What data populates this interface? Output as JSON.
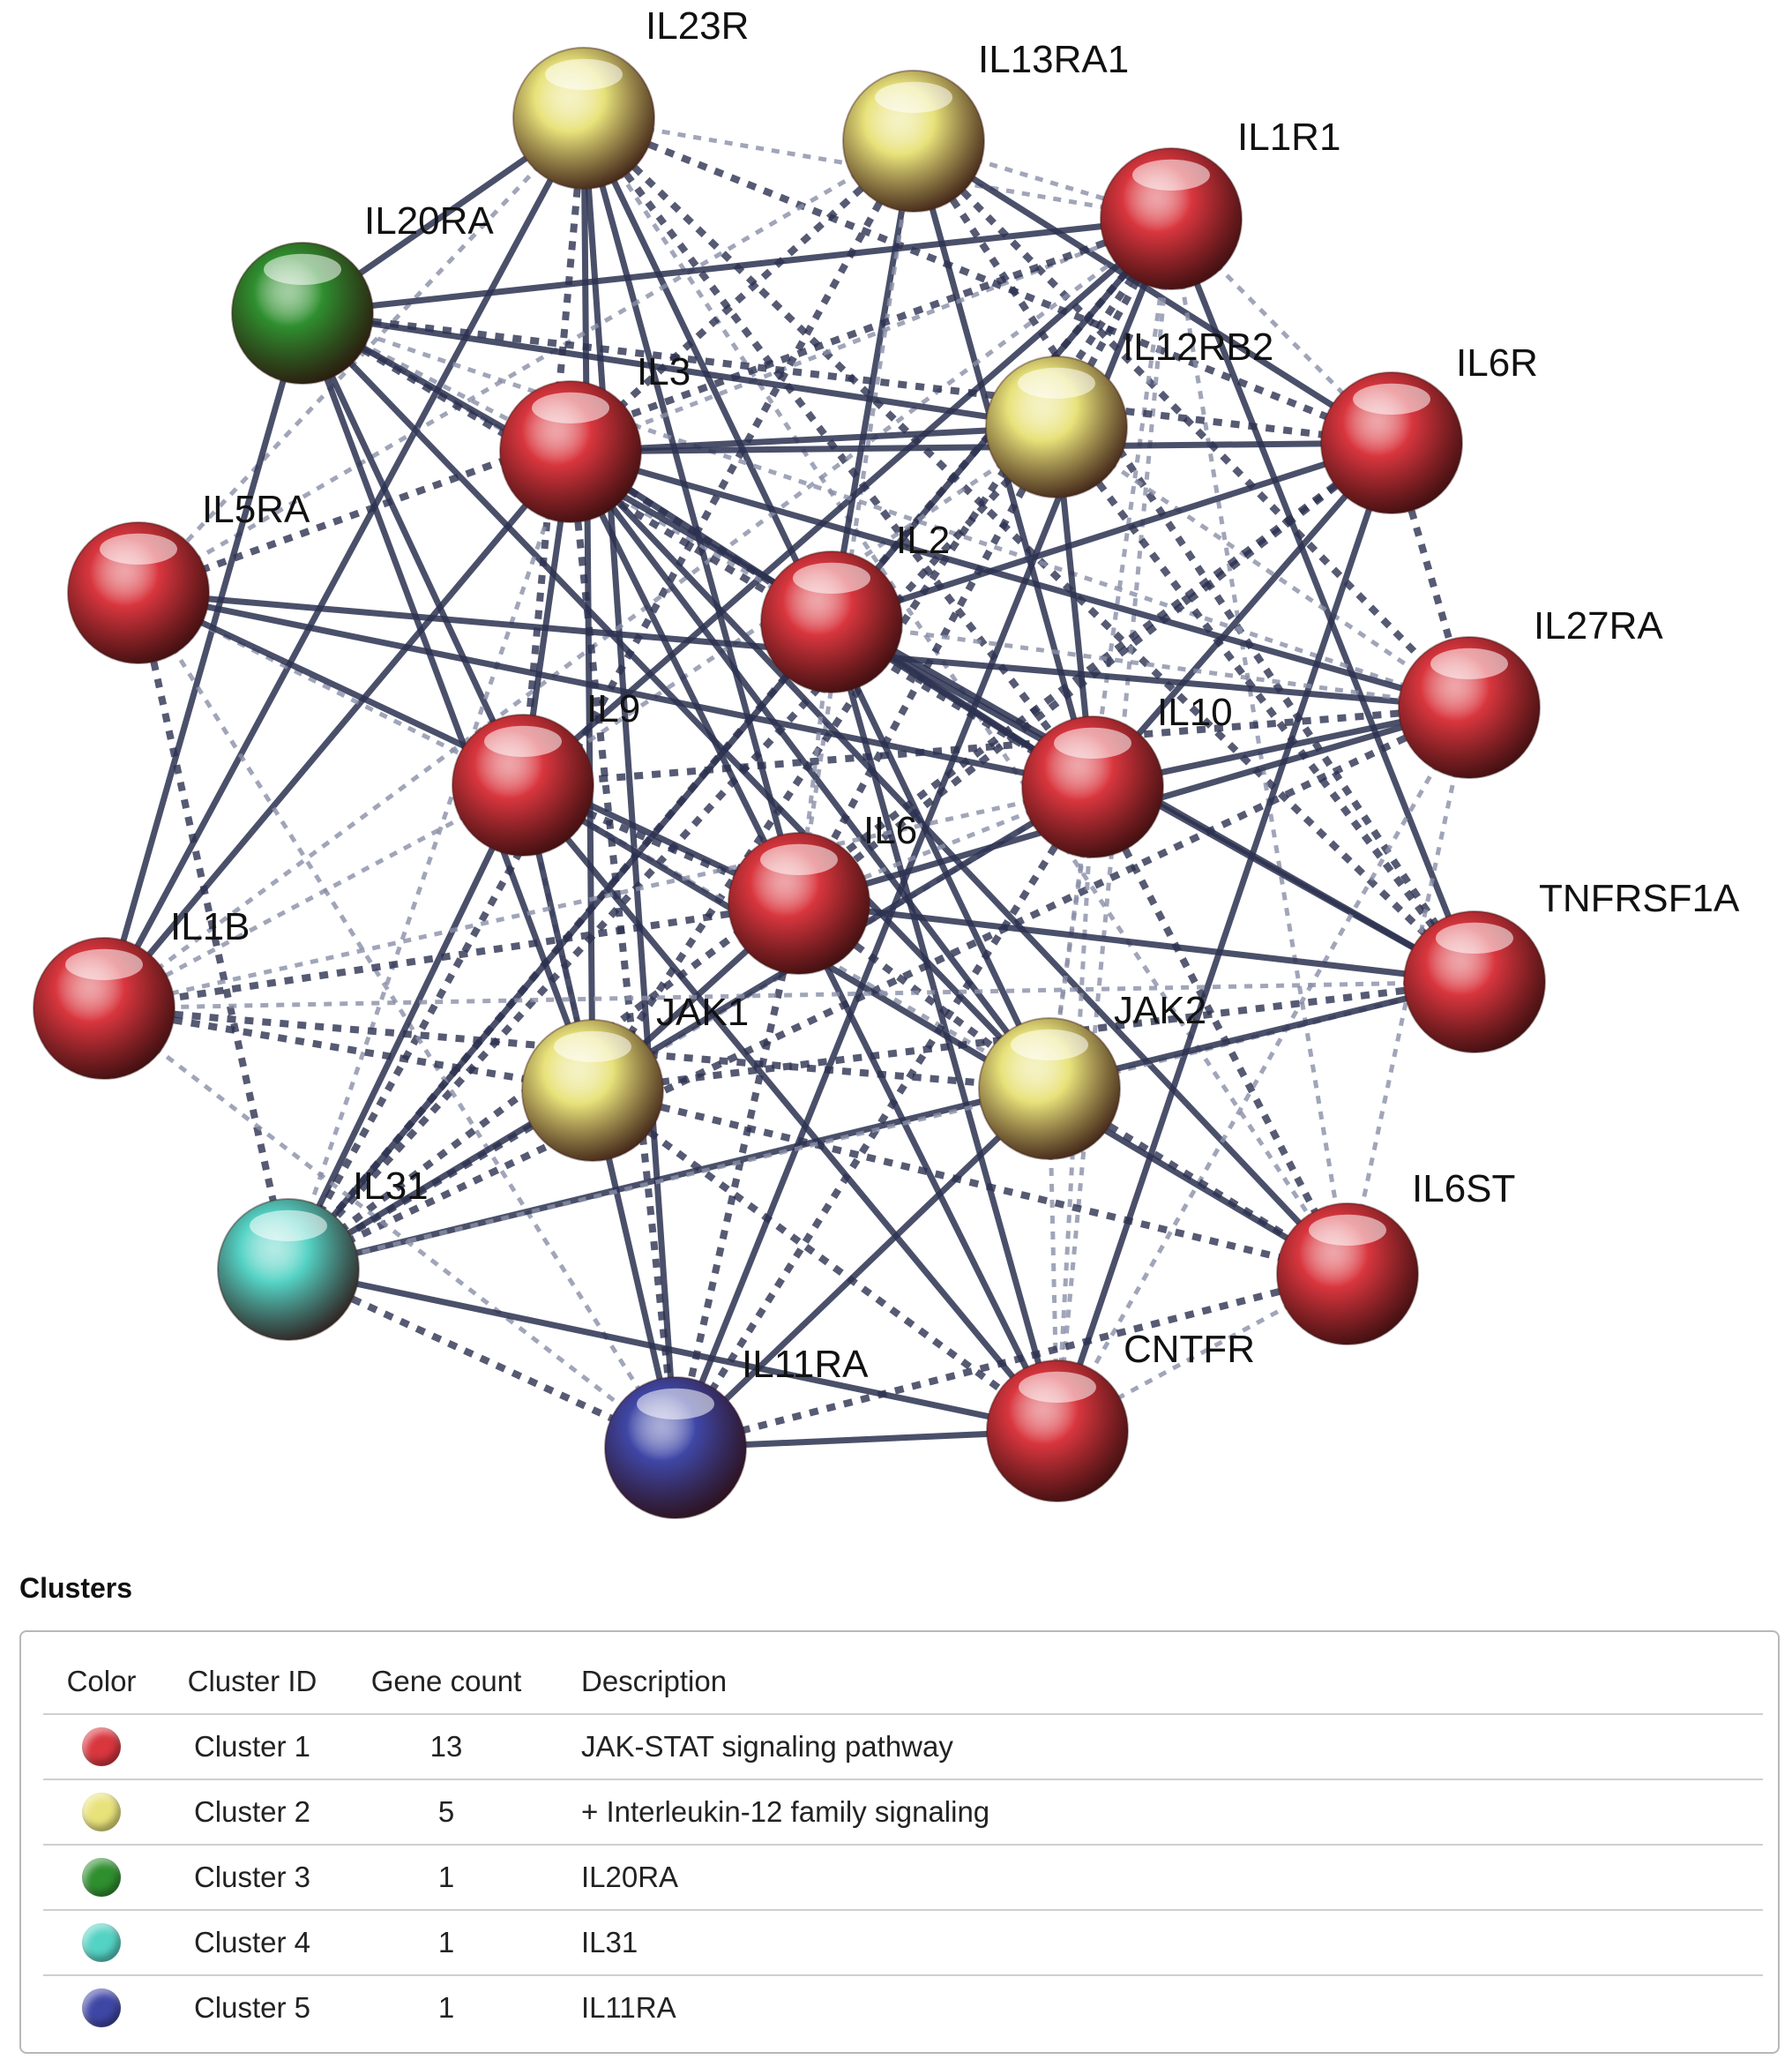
{
  "colors": {
    "cluster1": "#d9363e",
    "cluster2": "#e8e27a",
    "cluster3": "#2f8f2f",
    "cluster4": "#54d2c4",
    "cluster5": "#3f47a6",
    "edge": "#2c3150",
    "edge_light": "#8a8fa8"
  },
  "network": {
    "nodes": [
      {
        "id": "IL23R",
        "cluster": 2
      },
      {
        "id": "IL13RA1",
        "cluster": 2
      },
      {
        "id": "IL1R1",
        "cluster": 1
      },
      {
        "id": "IL20RA",
        "cluster": 3
      },
      {
        "id": "IL12RB2",
        "cluster": 2
      },
      {
        "id": "IL3",
        "cluster": 1
      },
      {
        "id": "IL6R",
        "cluster": 1
      },
      {
        "id": "IL5RA",
        "cluster": 1
      },
      {
        "id": "IL2",
        "cluster": 1
      },
      {
        "id": "IL27RA",
        "cluster": 1
      },
      {
        "id": "IL9",
        "cluster": 1
      },
      {
        "id": "IL10",
        "cluster": 1
      },
      {
        "id": "IL6",
        "cluster": 1
      },
      {
        "id": "TNFRSF1A",
        "cluster": 1
      },
      {
        "id": "IL1B",
        "cluster": 1
      },
      {
        "id": "JAK1",
        "cluster": 2
      },
      {
        "id": "JAK2",
        "cluster": 2
      },
      {
        "id": "IL31",
        "cluster": 4
      },
      {
        "id": "IL6ST",
        "cluster": 1
      },
      {
        "id": "IL11RA",
        "cluster": 5
      },
      {
        "id": "CNTFR",
        "cluster": 1
      }
    ]
  },
  "clusters_section": {
    "heading": "Clusters",
    "columns": [
      "Color",
      "Cluster ID",
      "Gene count",
      "Description"
    ],
    "rows": [
      {
        "color": "#d9363e",
        "id": "Cluster 1",
        "count": "13",
        "description": "JAK-STAT signaling pathway"
      },
      {
        "color": "#e8e27a",
        "id": "Cluster 2",
        "count": "5",
        "description": "+ Interleukin-12 family signaling"
      },
      {
        "color": "#2f8f2f",
        "id": "Cluster 3",
        "count": "1",
        "description": "IL20RA"
      },
      {
        "color": "#54d2c4",
        "id": "Cluster 4",
        "count": "1",
        "description": "IL31"
      },
      {
        "color": "#3f47a6",
        "id": "Cluster 5",
        "count": "1",
        "description": "IL11RA"
      }
    ]
  }
}
